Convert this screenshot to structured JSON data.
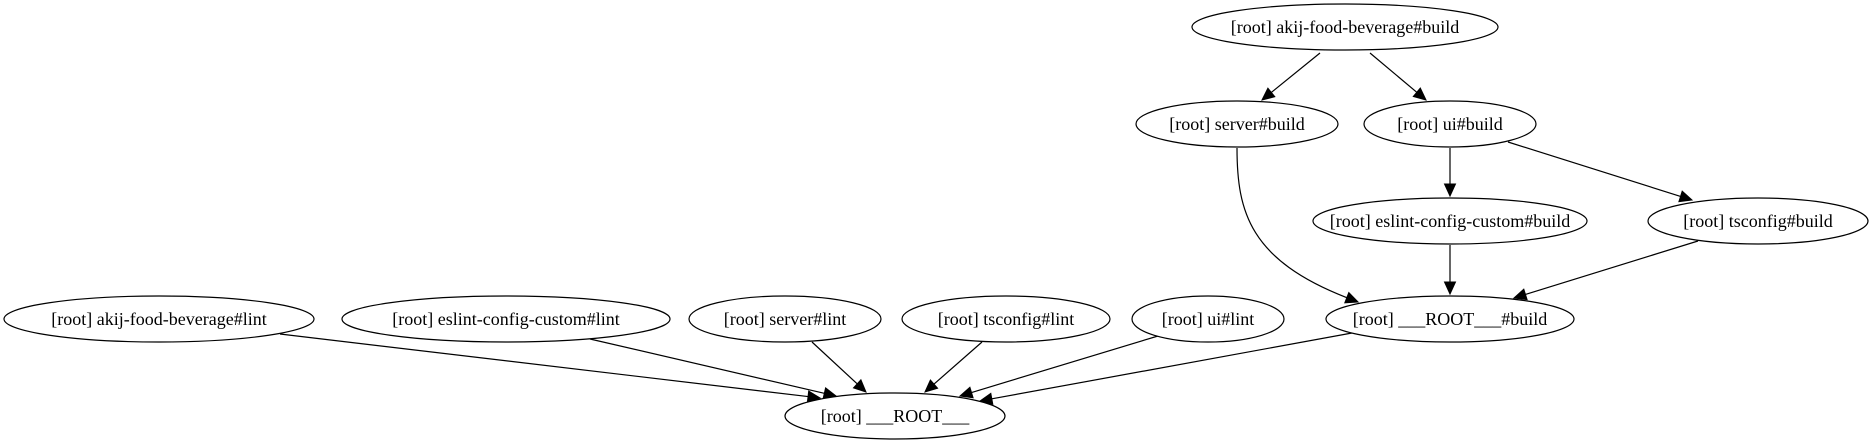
{
  "graph": {
    "nodes": [
      {
        "id": "afb_build",
        "label": "[root] akij-food-beverage#build"
      },
      {
        "id": "server_build",
        "label": "[root] server#build"
      },
      {
        "id": "ui_build",
        "label": "[root] ui#build"
      },
      {
        "id": "eslint_build",
        "label": "[root] eslint-config-custom#build"
      },
      {
        "id": "tsconfig_build",
        "label": "[root] tsconfig#build"
      },
      {
        "id": "afb_lint",
        "label": "[root] akij-food-beverage#lint"
      },
      {
        "id": "eslint_lint",
        "label": "[root] eslint-config-custom#lint"
      },
      {
        "id": "server_lint",
        "label": "[root] server#lint"
      },
      {
        "id": "tsconfig_lint",
        "label": "[root] tsconfig#lint"
      },
      {
        "id": "ui_lint",
        "label": "[root] ui#lint"
      },
      {
        "id": "root_build",
        "label": "[root] ___ROOT___#build"
      },
      {
        "id": "root",
        "label": "[root] ___ROOT___"
      }
    ],
    "edges": [
      {
        "from": "afb_build",
        "to": "server_build"
      },
      {
        "from": "afb_build",
        "to": "ui_build"
      },
      {
        "from": "ui_build",
        "to": "eslint_build"
      },
      {
        "from": "ui_build",
        "to": "tsconfig_build"
      },
      {
        "from": "server_build",
        "to": "root_build"
      },
      {
        "from": "eslint_build",
        "to": "root_build"
      },
      {
        "from": "tsconfig_build",
        "to": "root_build"
      },
      {
        "from": "afb_lint",
        "to": "root"
      },
      {
        "from": "eslint_lint",
        "to": "root"
      },
      {
        "from": "server_lint",
        "to": "root"
      },
      {
        "from": "tsconfig_lint",
        "to": "root"
      },
      {
        "from": "ui_lint",
        "to": "root"
      },
      {
        "from": "root_build",
        "to": "root"
      }
    ]
  }
}
